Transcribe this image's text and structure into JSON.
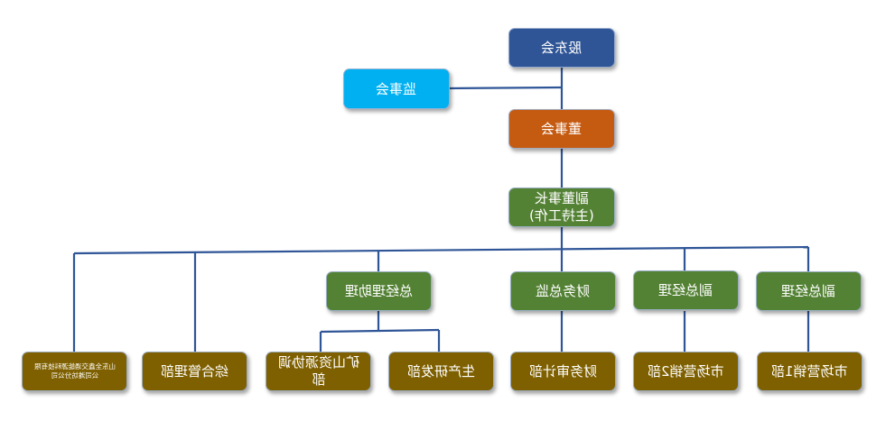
{
  "title": "组织架构图",
  "text_mirrored": true,
  "colors": {
    "shareholders": "#2f5597",
    "supervisors": "#00b0f0",
    "board": "#c55a11",
    "management": "#548235",
    "department": "#7f6000",
    "connector": "#2f5597"
  },
  "nodes": {
    "shareholders": "股东会",
    "supervisors": "监事会",
    "board": "董事会",
    "vice_chairman_line1": "副董事长",
    "vice_chairman_line2": "(主持工作)",
    "gm_assistant": "总经理助理",
    "finance_director": "财务总监",
    "deputy_gm_2": "副总经理",
    "deputy_gm_1": "副总经理",
    "subsidiary": "山东全鑫交通能源科技有限公司潍坊分公司",
    "general_admin": "综合管理部",
    "mining_coord": "矿山资源协调部",
    "production_rd": "生产研发部",
    "finance_audit": "财务审计部",
    "marketing_2": "市场营销2部",
    "marketing_1": "市场营销1部"
  }
}
